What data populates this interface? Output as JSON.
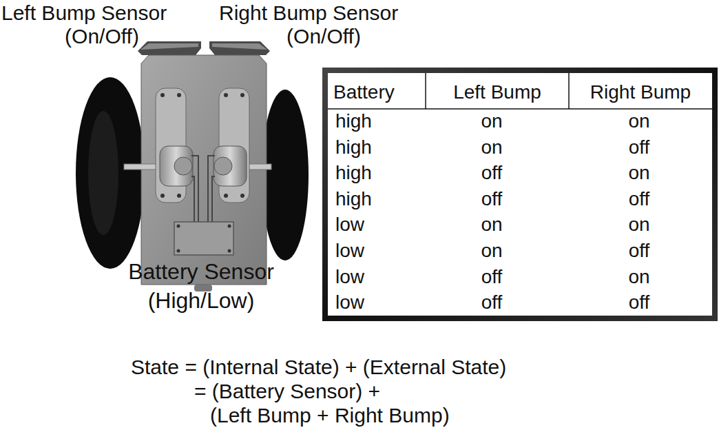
{
  "diagram": {
    "labels": [
      "Left Bump Sensor",
      "(On/Off)",
      "Right Bump Sensor",
      "(On/Off)",
      "Battery Sensor",
      "(High/Low)",
      "Battery",
      "Left Bump",
      "Right Bump",
      "high",
      "on",
      "on",
      "high",
      "on",
      "off",
      "high",
      "off",
      "on",
      "high",
      "off",
      "off",
      "low",
      "on",
      "on",
      "low",
      "on",
      "off",
      "low",
      "off",
      "on",
      "low",
      "off",
      "off",
      "State = (Internal State) + (External State)",
      "= (Battery Sensor) +",
      "(Left Bump + Right Bump)"
    ]
  }
}
